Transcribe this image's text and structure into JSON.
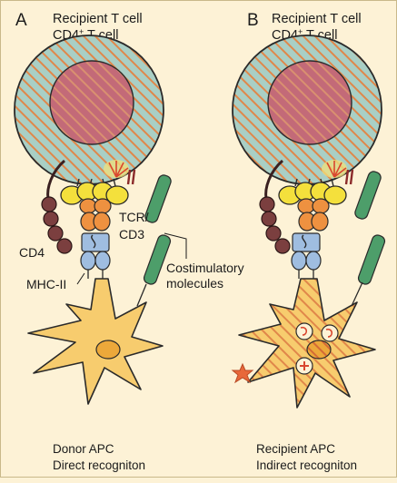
{
  "panel_a": {
    "letter": "A",
    "recipient_line1": "Recipient  T cell",
    "recipient_line2_prefix": "CD4",
    "recipient_line2_sup": "+",
    "recipient_line2_suffix": " T cell",
    "caption_line1": "Donor APC",
    "caption_line2": "Direct recogniton",
    "labels": {
      "tcr_line1": "TCR/",
      "tcr_line2": "CD3",
      "cd4": "CD4",
      "mhc": "MHC-II",
      "costim_line1": "Costimulatory",
      "costim_line2": "molecules"
    }
  },
  "panel_b": {
    "letter": "B",
    "recipient_line1": "Recipient  T cell",
    "recipient_line2_prefix": "CD4",
    "recipient_line2_sup": "+",
    "recipient_line2_suffix": " T cell",
    "caption_line1": "Recipient APC",
    "caption_line2": "Indirect recogniton"
  },
  "colors": {
    "background": "#fdf2d6",
    "tcell_body": "#a9cfc5",
    "tcell_stripe": "#e0874a",
    "nucleus": "#c36a78",
    "tcr_yellow": "#f4e03c",
    "cd3_orange": "#ee9140",
    "mhc_blue": "#9fbde0",
    "cd4_brown": "#7b3f3f",
    "costim_green": "#4d9e6a",
    "apc_fill": "#f7cc6e",
    "apc_nucleus": "#eca83a",
    "antigen": "#e8683a"
  }
}
